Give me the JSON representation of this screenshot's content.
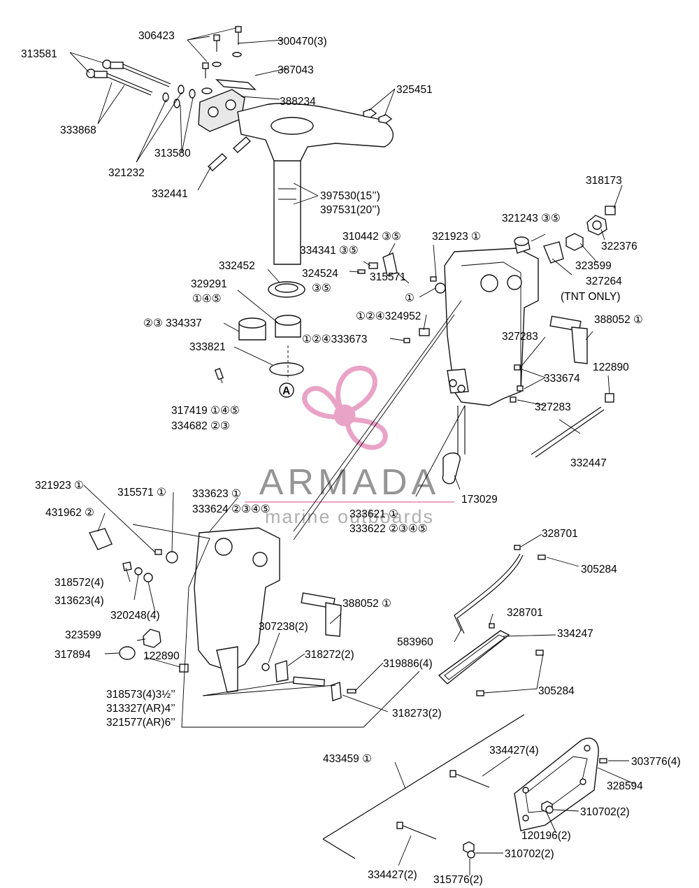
{
  "diagram": {
    "labels": {
      "l306423": "306423",
      "l300470": "300470(3)",
      "l313581": "313581",
      "l387043": "387043",
      "l388234": "388234",
      "l333868": "333868",
      "l325451": "325451",
      "l313580": "313580",
      "l321232": "321232",
      "l332441": "332441",
      "l397530": "397530(15’’)",
      "l397531": "397531(20’’)",
      "l318173": "318173",
      "l321243": "321243 ③⑤",
      "l322376": "322376",
      "l310442": "310442 ③⑤",
      "l321923a": "321923 ①",
      "l323599a": "323599",
      "l334341": "334341 ③⑤",
      "l327264": "327264",
      "l327264b": "(TNT ONLY)",
      "l332452": "332452",
      "l324524": "324524",
      "l324524b": "③⑤",
      "l315571a": "315571",
      "l329291": "329291",
      "l329291b": "①④⑤",
      "l315571a_n": "①",
      "l324952": "①②④324952",
      "l334337": "②③ 334337",
      "l333673": "①②④333673",
      "l388052a": "388052 ①",
      "l333821": "333821",
      "l327283a": "327283",
      "l122890a": "122890",
      "l333674": "333674",
      "l327283b": "327283",
      "l317419": "317419 ①④⑤",
      "l334682": "334682 ②③",
      "l332447": "332447",
      "l173029": "173029",
      "l321923b": "321923 ①",
      "l315571b": "315571 ①",
      "l333623": "333623 ①",
      "l333624": "333624 ②③④⑤",
      "l333621": "333621 ①",
      "l333622": "333622 ②③④⑤",
      "l431962": "431962 ②",
      "l328701a": "328701",
      "l305284a": "305284",
      "l318572": "318572(4)",
      "l313623": "313623(4)",
      "l320248": "320248(4)",
      "l388052b": "388052 ①",
      "l328701b": "328701",
      "l307238": "307238(2)",
      "l583960": "583960",
      "l334247": "334247",
      "l323599b": "323599",
      "l317894": "317894",
      "l122890b": "122890",
      "l318272": "318272(2)",
      "l319886": "319886(4)",
      "l305284b": "305284",
      "l318573": "318573(4)3½’’",
      "l313327": "313327(AR)4’’",
      "l321577": "321577(AR)6’’",
      "l318273": "318273(2)",
      "l433459": "433459 ①",
      "l334427a": "334427(4)",
      "l303776": "303776(4)",
      "l328594": "328594",
      "l310702a": "310702(2)",
      "l120196": "120196(2)",
      "l334427b": "334427(2)",
      "l310702b": "310702(2)",
      "l315776": "315776(2)",
      "lA": "A"
    },
    "watermark": {
      "brand": "ARMADA",
      "tagline": "marine outboards",
      "color": "#e9a3c5"
    }
  }
}
